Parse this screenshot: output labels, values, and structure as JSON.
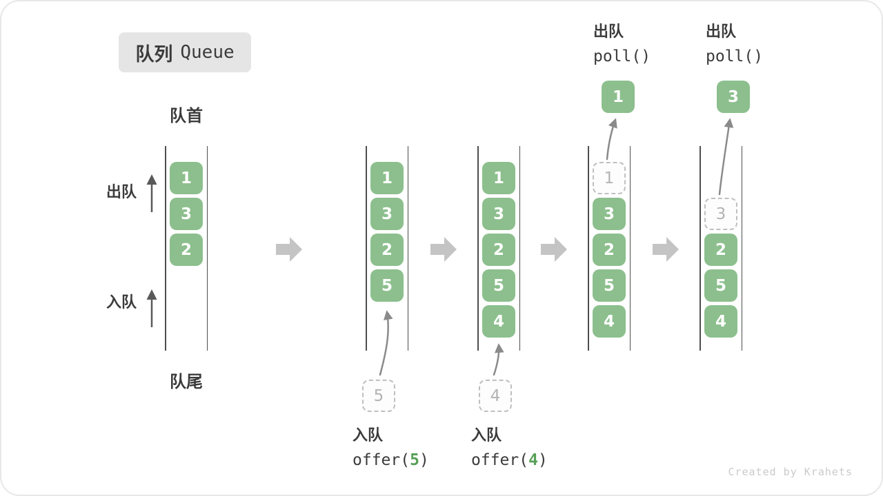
{
  "title": {
    "zh": "队列",
    "en": "Queue"
  },
  "labels": {
    "front": "队首",
    "rear": "队尾",
    "dequeue": "出队",
    "enqueue": "入队"
  },
  "operations": {
    "offer5": {
      "label": "入队",
      "fn_prefix": "offer(",
      "arg": "5",
      "fn_suffix": ")"
    },
    "offer4": {
      "label": "入队",
      "fn_prefix": "offer(",
      "arg": "4",
      "fn_suffix": ")"
    },
    "poll1": {
      "label": "出队",
      "code": "poll()"
    },
    "poll2": {
      "label": "出队",
      "code": "poll()"
    }
  },
  "queue_states": [
    {
      "name": "initial",
      "slots": [
        "1",
        "3",
        "2"
      ]
    },
    {
      "name": "after-offer-5",
      "slots": [
        "1",
        "3",
        "2",
        "5"
      ],
      "incoming": "5"
    },
    {
      "name": "after-offer-4",
      "slots": [
        "1",
        "3",
        "2",
        "5",
        "4"
      ],
      "incoming": "4"
    },
    {
      "name": "poll-first",
      "slots": [
        {
          "value": "1",
          "removed": true
        },
        "3",
        "2",
        "5",
        "4"
      ],
      "polled": "1"
    },
    {
      "name": "poll-second",
      "slots": [
        null,
        {
          "value": "3",
          "removed": true
        },
        "2",
        "5",
        "4"
      ],
      "polled": "3"
    }
  ],
  "colors": {
    "box_green": "#8cbf8d",
    "arg_green": "#58a058",
    "badge_bg": "#e5e5e5",
    "text_dark": "#3b3b3b",
    "block_arrow_gray": "#c4c4c4",
    "curve_arrow_gray": "#8a8a8a",
    "up_arrow_dark": "#595959"
  },
  "watermark": "Created by Krahets"
}
